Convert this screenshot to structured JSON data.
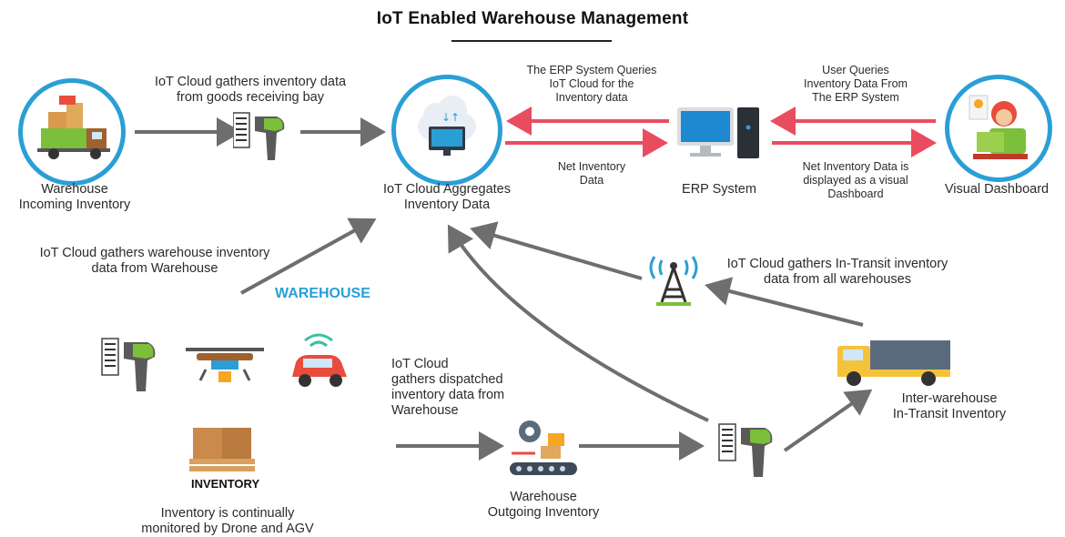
{
  "title": "IoT Enabled Warehouse Management",
  "nodes": {
    "warehouse_incoming": "Warehouse\nIncoming Inventory",
    "cloud": "IoT Cloud Aggregates\nInventory Data",
    "erp": "ERP System",
    "dashboard": "Visual Dashboard",
    "intransit": "Inter-warehouse\nIn-Transit Inventory",
    "outgoing": "Warehouse\nOutgoing Inventory",
    "warehouse_section": "WAREHOUSE",
    "inventory": "INVENTORY"
  },
  "annotations": {
    "receiving": "IoT Cloud gathers inventory data\nfrom goods receiving bay",
    "erp_query": "The ERP System Queries\nIoT Cloud for the\nInventory data",
    "net_inventory": "Net Inventory\nData",
    "user_query": "User Queries\nInventory Data From\nThe ERP System",
    "dashboard_display": "Net Inventory Data is\ndisplayed as a visual\nDashboard",
    "warehouse_gather": "IoT Cloud gathers warehouse inventory\ndata from Warehouse",
    "intransit_gather": "IoT Cloud gathers In-Transit inventory\ndata from all warehouses",
    "dispatch_gather": "IoT Cloud\ngathers dispatched\ninventory data from\nWarehouse",
    "monitoring": "Inventory is continually\nmonitored by Drone and AGV"
  },
  "colors": {
    "accent_blue": "#2a9fd6",
    "arrow_gray": "#6e6e6e",
    "arrow_red": "#ea4c5f"
  },
  "icons": [
    "truck-icon",
    "barcode-scanner-icon",
    "cloud-computer-icon",
    "desktop-computer-icon",
    "dashboard-user-icon",
    "drone-icon",
    "car-wifi-icon",
    "boxes-pallet-icon",
    "conveyor-gear-icon",
    "radio-tower-icon",
    "delivery-truck-icon"
  ]
}
